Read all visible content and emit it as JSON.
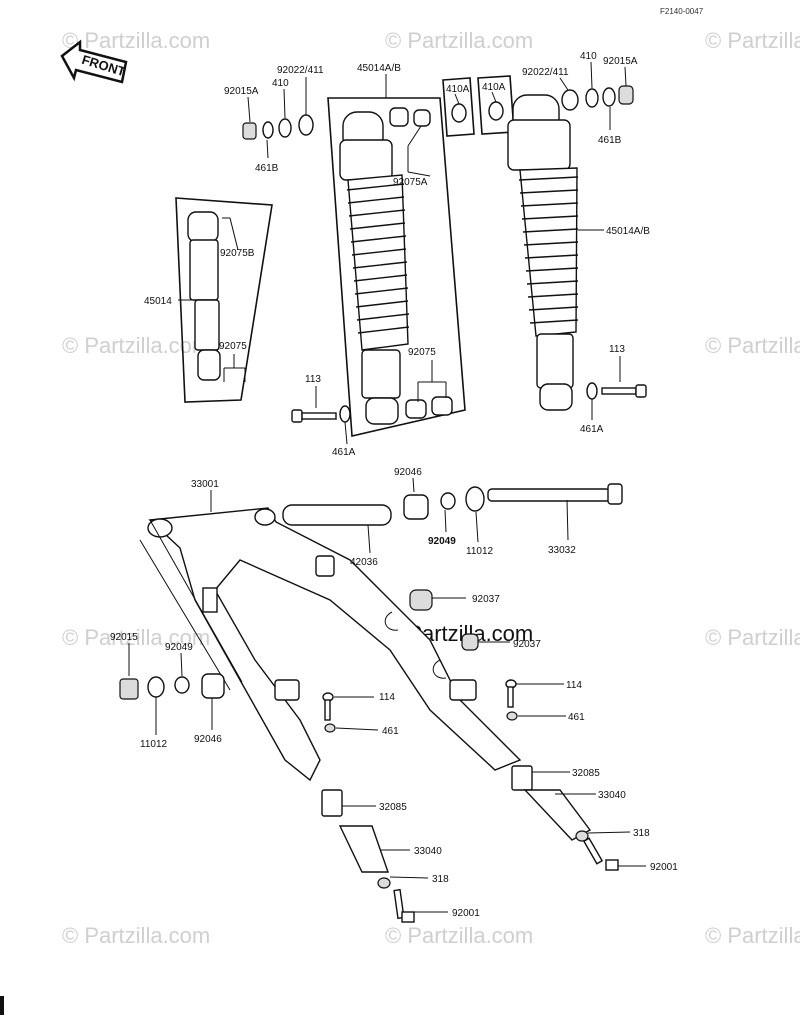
{
  "diagram_ref": "F2140-0047",
  "front_label": "FRONT",
  "watermark_text": "© Partzilla.com",
  "part_labels": {
    "p92015A_l": "92015A",
    "p410_l": "410",
    "p92022_l": "92022/411",
    "p461B_l": "461B",
    "p45014AB_c": "45014A/B",
    "p92075A": "92075A",
    "p410A_1": "410A",
    "p410A_2": "410A",
    "p92022_r": "92022/411",
    "p410_r": "410",
    "p92015A_r": "92015A",
    "p461B_r": "461B",
    "p45014AB_r": "45014A/B",
    "p92075B": "92075B",
    "p45014": "45014",
    "p92075_l": "92075",
    "p92075_c": "92075",
    "p113_l": "113",
    "p461A_l": "461A",
    "p113_r": "113",
    "p461A_r": "461A",
    "p33001": "33001",
    "p92046_t": "92046",
    "p42036": "42036",
    "p92049_t": "92049",
    "p11012_t": "11012",
    "p33032": "33032",
    "p92037_a": "92037",
    "p92037_b": "92037",
    "p92015": "92015",
    "p92049_l": "92049",
    "p11012_l": "11012",
    "p92046_l": "92046",
    "p114_c": "114",
    "p461_c": "461",
    "p114_r": "114",
    "p461_r": "461",
    "p32085_r": "32085",
    "p33040_r": "33040",
    "p318_r": "318",
    "p92001_r": "92001",
    "p32085_l": "32085",
    "p33040_l": "33040",
    "p318_l": "318",
    "p92001_l": "92001"
  }
}
